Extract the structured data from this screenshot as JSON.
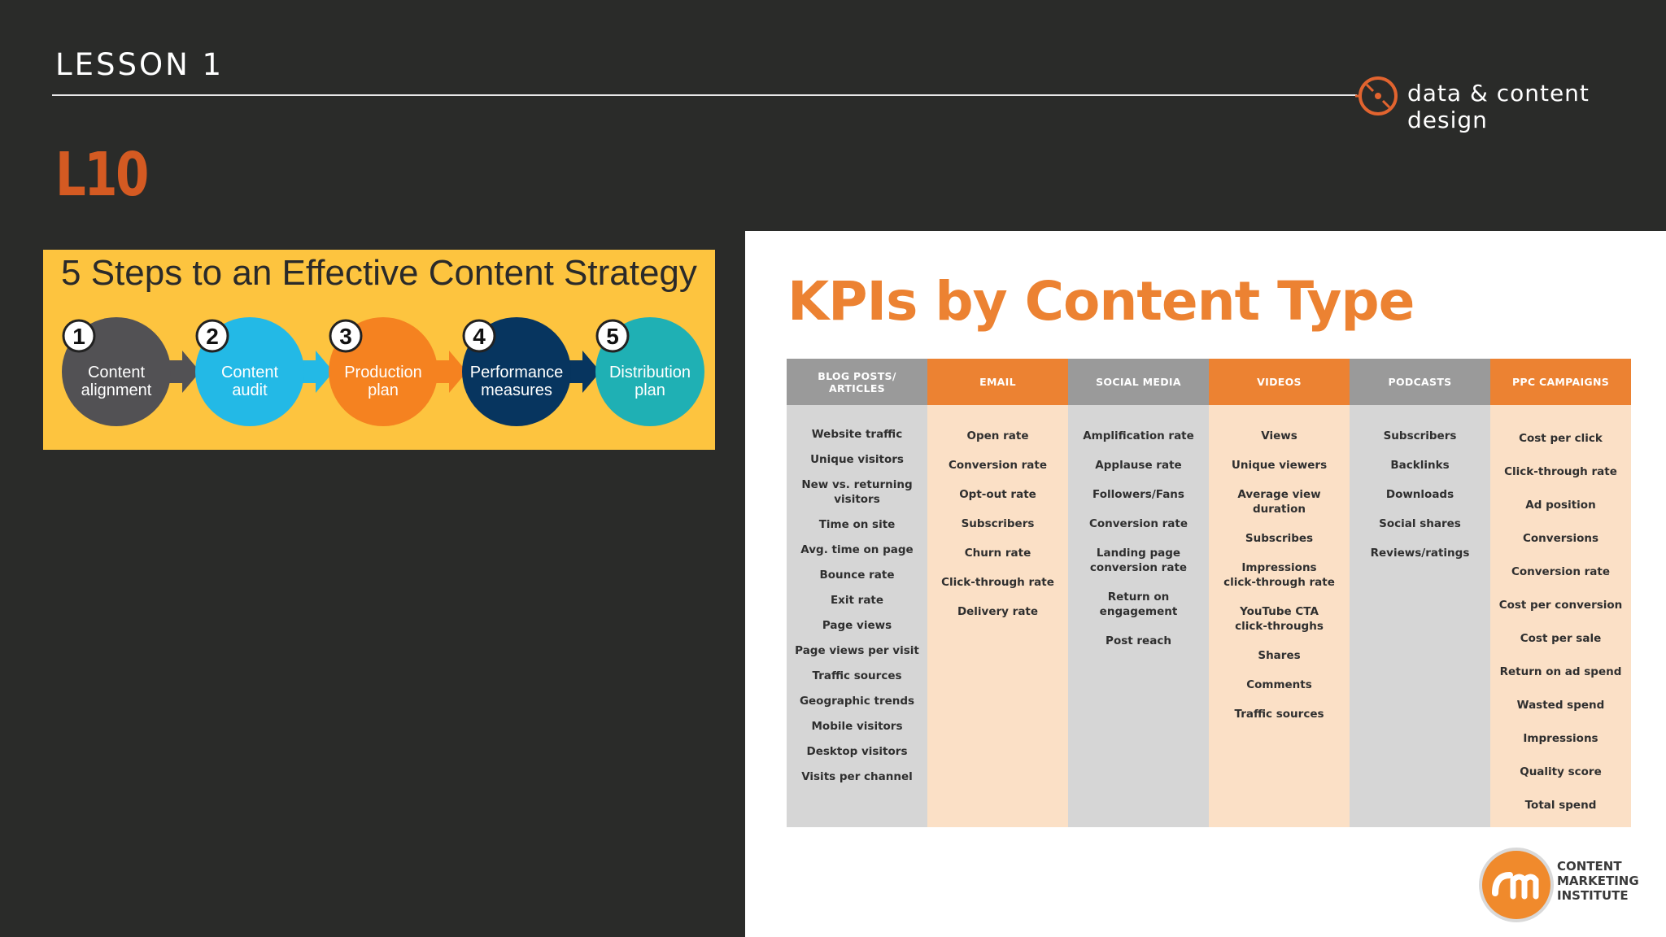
{
  "header": {
    "lesson": "LESSON 1",
    "brand": "data & content design",
    "code": "L10"
  },
  "steps": {
    "title": "5 Steps to an Effective Content Strategy",
    "items": [
      {
        "num": "1",
        "line1": "Content",
        "line2": "alignment",
        "color": "#525154"
      },
      {
        "num": "2",
        "line1": "Content",
        "line2": "audit",
        "color": "#23b9e6"
      },
      {
        "num": "3",
        "line1": "Production",
        "line2": "plan",
        "color": "#f58220"
      },
      {
        "num": "4",
        "line1": "Performance",
        "line2": "measures",
        "color": "#07355f"
      },
      {
        "num": "5",
        "line1": "Distribution",
        "line2": "plan",
        "color": "#1fb0b4"
      }
    ]
  },
  "kpi": {
    "title": "KPIs by Content Type",
    "columns": [
      {
        "header": "BLOG POSTS/\nARTICLES",
        "items": [
          "Website traffic",
          "Unique visitors",
          "New vs. returning\nvisitors",
          "Time on site",
          "Avg. time on page",
          "Bounce rate",
          "Exit rate",
          "Page views",
          "Page views per visit",
          "Traffic sources",
          "Geographic trends",
          "Mobile visitors",
          "Desktop visitors",
          "Visits per channel"
        ]
      },
      {
        "header": "EMAIL",
        "items": [
          "Open rate",
          "Conversion rate",
          "Opt-out rate",
          "Subscribers",
          "Churn rate",
          "Click-through rate",
          "Delivery rate"
        ]
      },
      {
        "header": "SOCIAL MEDIA",
        "items": [
          "Amplification rate",
          "Applause rate",
          "Followers/Fans",
          "Conversion rate",
          "Landing page\nconversion rate",
          "Return on engagement",
          "Post reach"
        ]
      },
      {
        "header": "VIDEOS",
        "items": [
          "Views",
          "Unique viewers",
          "Average view duration",
          "Subscribes",
          "Impressions\nclick-through rate",
          "YouTube CTA\nclick-throughs",
          "Shares",
          "Comments",
          "Traffic sources"
        ]
      },
      {
        "header": "PODCASTS",
        "items": [
          "Subscribers",
          "Backlinks",
          "Downloads",
          "Social shares",
          "Reviews/ratings"
        ]
      },
      {
        "header": "PPC CAMPAIGNS",
        "items": [
          "Cost per click",
          "Click-through rate",
          "Ad position",
          "Conversions",
          "Conversion rate",
          "Cost per conversion",
          "Cost per sale",
          "Return on ad spend",
          "Wasted spend",
          "Impressions",
          "Quality score",
          "Total spend"
        ]
      }
    ],
    "logo_text": "CONTENT\nMARKETING\nINSTITUTE"
  }
}
